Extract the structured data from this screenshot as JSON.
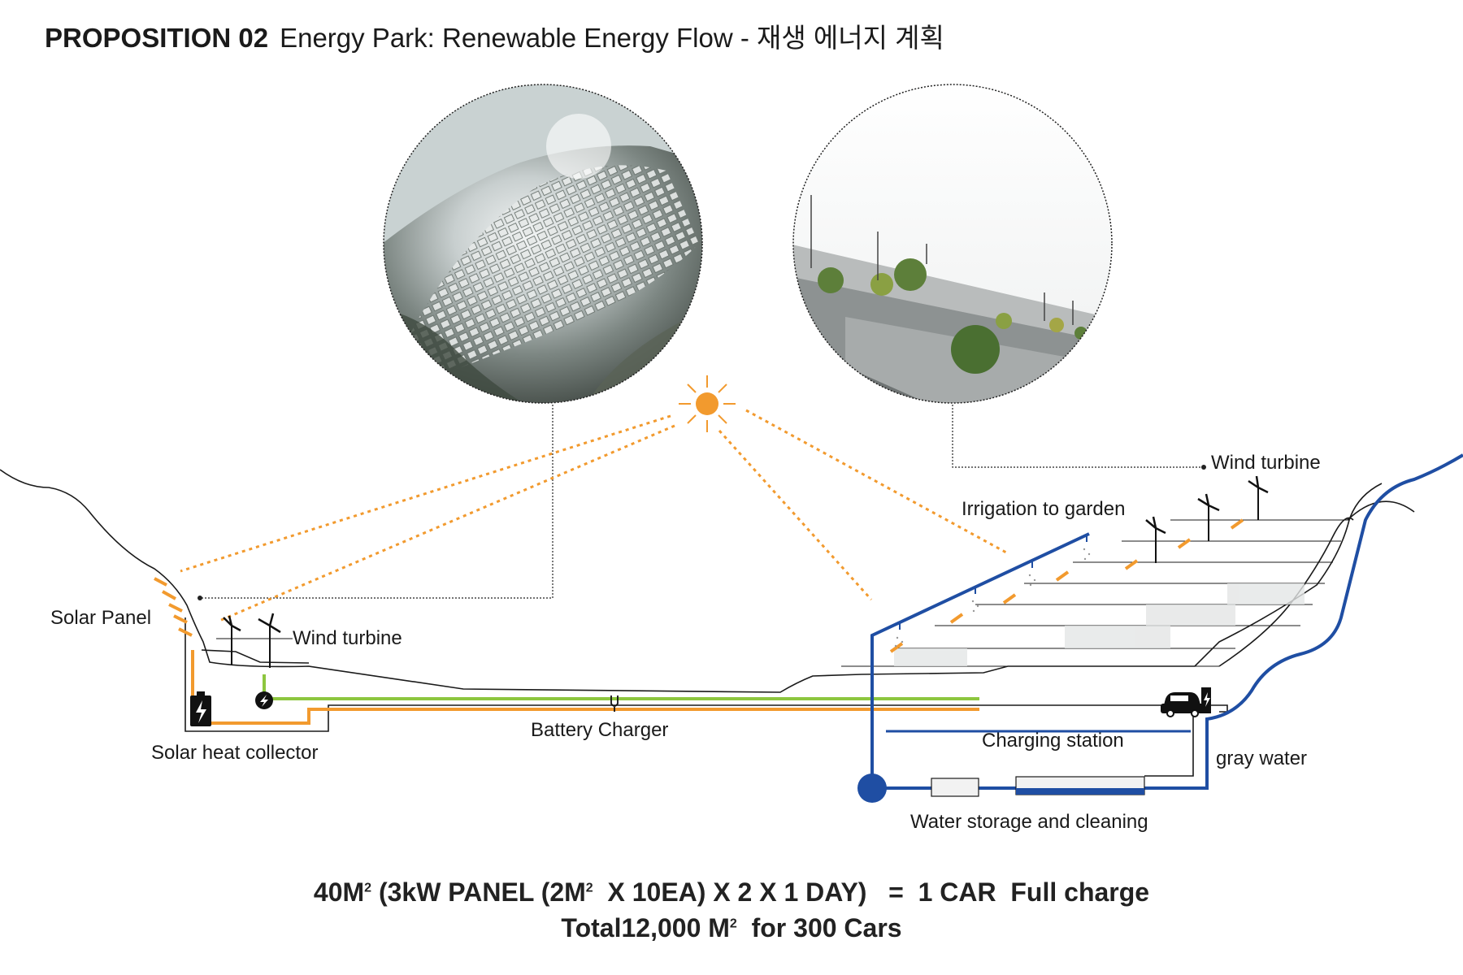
{
  "title": {
    "proposition": "PROPOSITION 02",
    "subtitle": "Energy Park: Renewable Energy Flow - 재생 에너지 계획"
  },
  "labels": {
    "solar_panel": "Solar Panel",
    "wind_turbine_left": "Wind turbine",
    "solar_heat_collector": "Solar heat collector",
    "battery_charger": "Battery Charger",
    "wind_turbine_right": "Wind turbine",
    "irrigation": "Irrigation to garden",
    "charging_station": "Charging station",
    "gray_water": "gray water",
    "water_storage": "Water storage and cleaning"
  },
  "formula": {
    "line1_a": "40M",
    "line1_sup1": "2",
    "line1_b": " (3kW PANEL (2M",
    "line1_sup2": "2",
    "line1_c": "  X 10EA) X 2 X 1 DAY)   =  1 CAR  Full charge",
    "line2_a": "Total12,000 M",
    "line2_sup": "2",
    "line2_b": "  for 300 Cars"
  },
  "colors": {
    "solar_line": "#f29a2e",
    "electric_line": "#8dc63f",
    "water_line": "#1f4ea3",
    "ground_line": "#1a1a1a"
  }
}
